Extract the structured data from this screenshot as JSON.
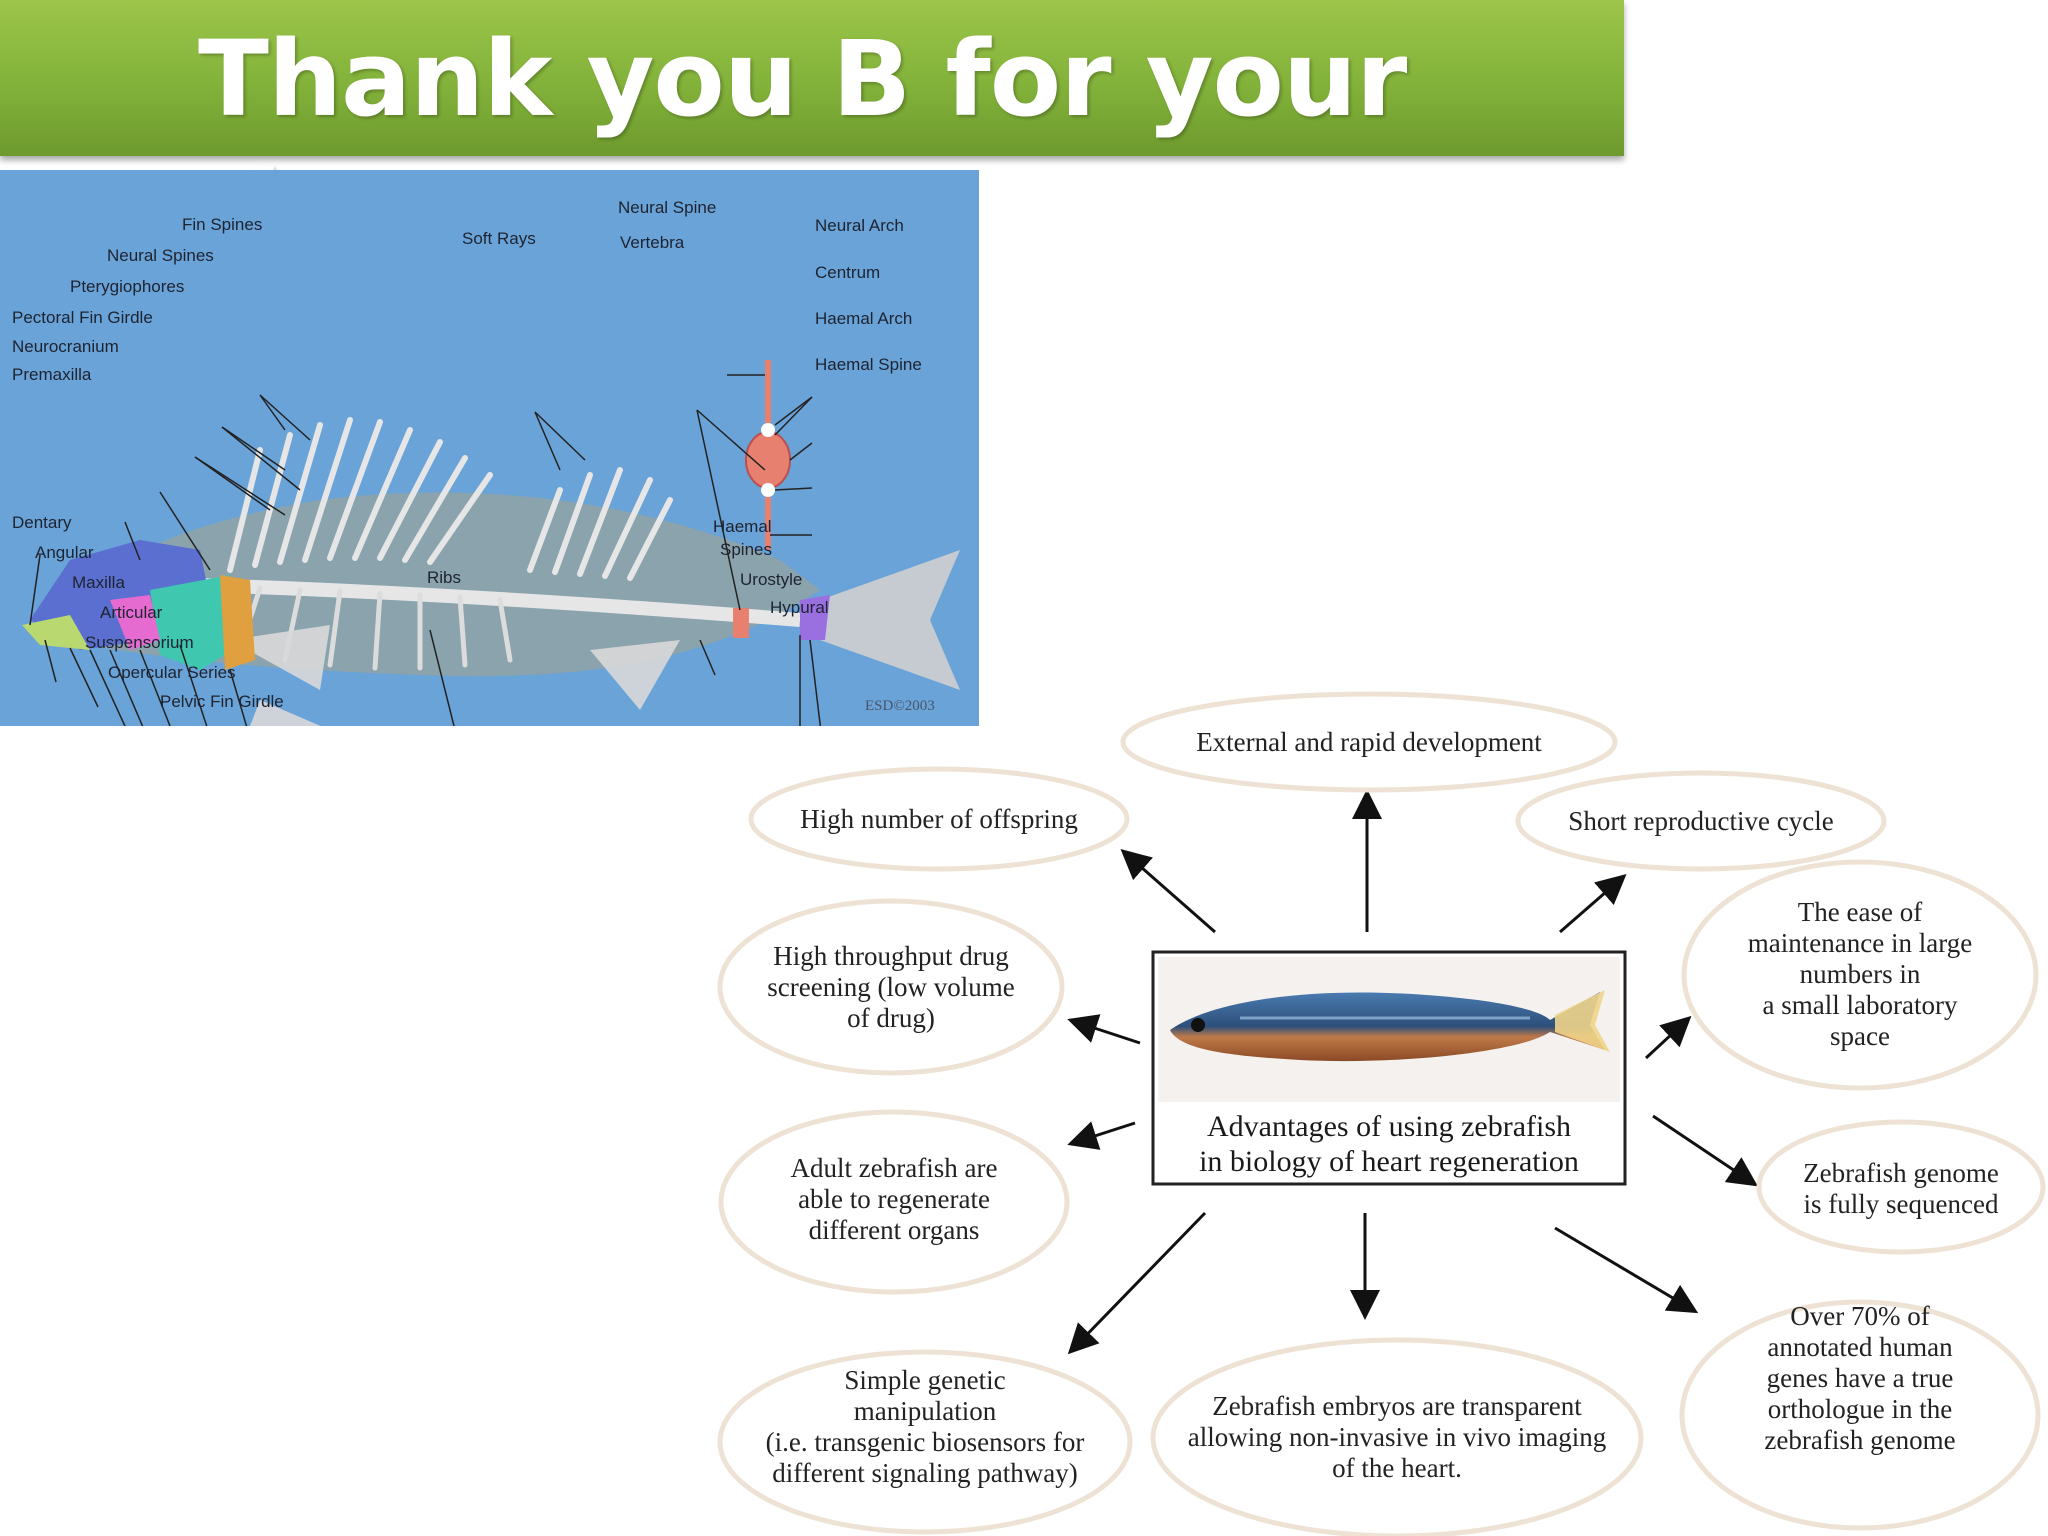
{
  "slide": {
    "title": "Thank you B for your time"
  },
  "skeleton_figure": {
    "labels": {
      "fin_spines": "Fin Spines",
      "neural_spines": "Neural Spines",
      "pterygiophores": "Pterygiophores",
      "pectoral_fin_girdle": "Pectoral Fin Girdle",
      "neurocranium": "Neurocranium",
      "premaxilla": "Premaxilla",
      "soft_rays": "Soft Rays",
      "neural_spine": "Neural Spine",
      "vertebra": "Vertebra",
      "neural_arch": "Neural Arch",
      "centrum": "Centrum",
      "haemal_arch": "Haemal Arch",
      "haemal_spine": "Haemal Spine",
      "dentary": "Dentary",
      "angular": "Angular",
      "maxilla": "Maxilla",
      "articular": "Articular",
      "suspensorium": "Suspensorium",
      "opercular_series": "Opercular Series",
      "pelvic_fin_girdle": "Pelvic Fin Girdle",
      "ribs": "Ribs",
      "haemal_spines_line1": "Haemal",
      "haemal_spines_line2": "Spines",
      "urostyle": "Urostyle",
      "hypural": "Hypural"
    },
    "credit": "ESD©2003",
    "colors": {
      "background": "#6aa3d8",
      "body": "#8fa3a6",
      "bone": "#e6e6e6",
      "skull_blue": "#5a6fd0",
      "skull_teal": "#3fc7b0",
      "skull_pink": "#e66bd0",
      "skull_orange": "#e0a040",
      "vertebra_pink": "#e88070"
    }
  },
  "zebrafish_diagram": {
    "center": {
      "line1": "Advantages of using zebrafish",
      "line2": "in biology of heart regeneration"
    },
    "advantages": {
      "external_dev": [
        "External and rapid development"
      ],
      "offspring": [
        "High number of offspring"
      ],
      "reproductive": [
        "Short reproductive cycle"
      ],
      "maintenance": [
        "The ease of",
        "maintenance in large",
        "numbers in",
        "a small laboratory",
        "space"
      ],
      "drug_screening": [
        "High throughput drug",
        "screening (low volume",
        "of drug)"
      ],
      "genome": [
        "Zebrafish genome",
        "is fully sequenced"
      ],
      "regenerate": [
        "Adult zebrafish are",
        "able to regenerate",
        "different organs"
      ],
      "orthologue": [
        "Over 70% of",
        "annotated human",
        "genes have a true",
        "orthologue in the",
        "zebrafish genome"
      ],
      "genetic": [
        "Simple genetic",
        "manipulation",
        "(i.e. transgenic biosensors for",
        "different signaling pathway)"
      ],
      "transparent": [
        "Zebrafish embryos are transparent",
        "allowing non-invasive in vivo imaging",
        "of the heart."
      ]
    },
    "colors": {
      "ellipse_border": "#ede2d4",
      "arrow": "#111111",
      "fish_blue": "#3a6ea8",
      "fish_orange": "#b86a3a"
    }
  }
}
